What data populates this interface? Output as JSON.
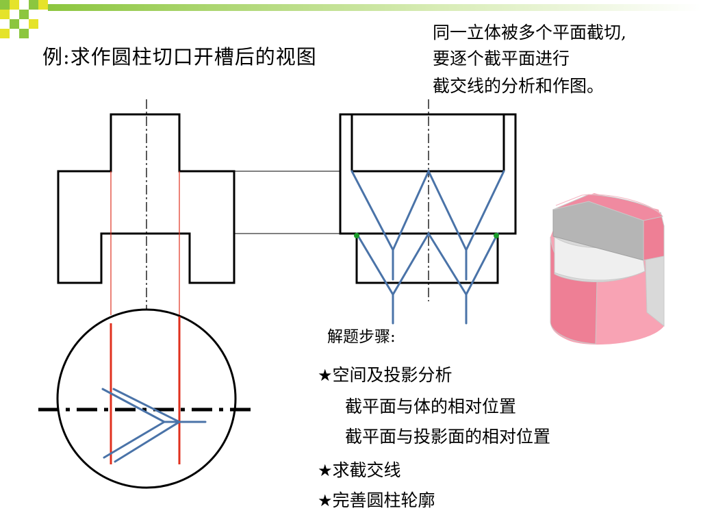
{
  "header": {
    "title": "例:求作圆柱切口开槽后的视图",
    "note": [
      "同一立体被多个平面截切,",
      "要逐个截平面进行",
      "截交线的分析和作图。"
    ]
  },
  "steps": {
    "heading": "解题步骤:",
    "star_glyph": "★",
    "items": [
      "空间及投影分析",
      "截平面与体的相对位置",
      "截平面与投影面的相对位置",
      "求截交线",
      "完善圆柱轮廓"
    ]
  },
  "colors": {
    "outline": "#000000",
    "projection_red": "#e0301e",
    "intersection_blue": "#4a73a8",
    "point_green": "#1a9c2a",
    "model_pink": "#ee7f95",
    "model_grey": "#b5b5b5",
    "deco_green": "#8cc63f",
    "deco_yellow": "#e5e32a"
  }
}
